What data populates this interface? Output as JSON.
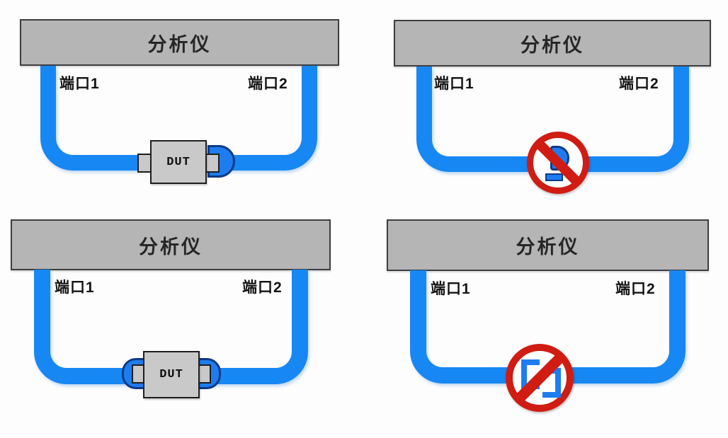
{
  "colors": {
    "cable_blue": "#1787f3",
    "connector_blue": "#1d7df0",
    "connector_border": "#0e3a86",
    "analyzer_gray": "#b5b5b5",
    "analyzer_border": "#3e3e3e",
    "dut_gray": "#c9c9c9",
    "prohibition_red": "#d01c12",
    "text": "#141414"
  },
  "diagrams": [
    {
      "position": "top-left",
      "analyzer_label": "分析仪",
      "port1_label": "端口1",
      "port2_label": "端口2",
      "dut_label": "DUT"
    },
    {
      "position": "top-right",
      "analyzer_label": "分析仪",
      "port1_label": "端口1",
      "port2_label": "端口2"
    },
    {
      "position": "bottom-left",
      "analyzer_label": "分析仪",
      "port1_label": "端口1",
      "port2_label": "端口2",
      "dut_label": "DUT"
    },
    {
      "position": "bottom-right",
      "analyzer_label": "分析仪",
      "port1_label": "端口1",
      "port2_label": "端口2"
    }
  ]
}
